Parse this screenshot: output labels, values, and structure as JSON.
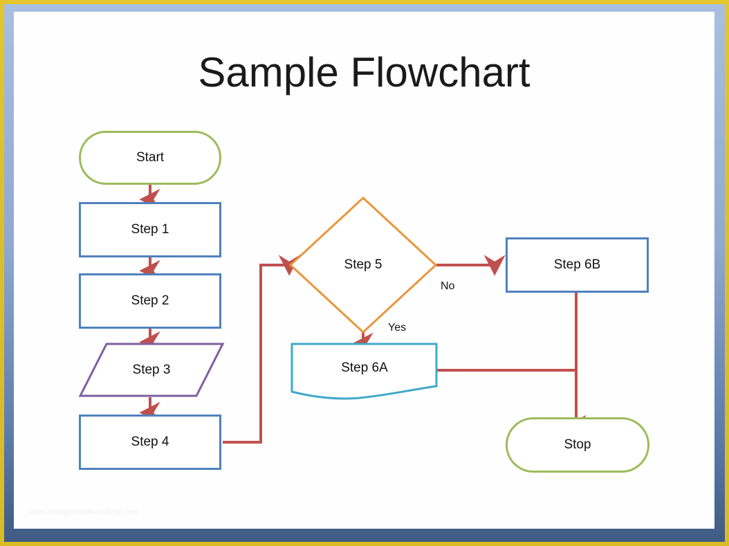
{
  "title": "Sample Flowchart",
  "watermark": "www.heritagechristiancollege.com",
  "theme": {
    "frame_outer_color": "#dcbe28",
    "frame_inner_color": "#8fa9d2",
    "canvas_color": "#fefefe",
    "connector_color": "#c0504d",
    "process_border": "#4f81bd",
    "terminator_border": "#9bbb59",
    "decision_border": "#e8963c",
    "data_border": "#7f5f9f",
    "document_border": "#3fa9c8",
    "text_color": "#111111"
  },
  "nodes": [
    {
      "id": "start",
      "label": "Start",
      "shape": "stadium"
    },
    {
      "id": "step1",
      "label": "Step 1",
      "shape": "rectangle"
    },
    {
      "id": "step2",
      "label": "Step 2",
      "shape": "rectangle"
    },
    {
      "id": "step3",
      "label": "Step 3",
      "shape": "parallelogram"
    },
    {
      "id": "step4",
      "label": "Step 4",
      "shape": "rectangle"
    },
    {
      "id": "step5",
      "label": "Step 5",
      "shape": "diamond"
    },
    {
      "id": "step6a",
      "label": "Step 6A",
      "shape": "document"
    },
    {
      "id": "step6b",
      "label": "Step 6B",
      "shape": "rectangle"
    },
    {
      "id": "stop",
      "label": "Stop",
      "shape": "stadium"
    }
  ],
  "edges": [
    {
      "from": "start",
      "to": "step1",
      "label": ""
    },
    {
      "from": "step1",
      "to": "step2",
      "label": ""
    },
    {
      "from": "step2",
      "to": "step3",
      "label": ""
    },
    {
      "from": "step3",
      "to": "step4",
      "label": ""
    },
    {
      "from": "step4",
      "to": "step5",
      "label": ""
    },
    {
      "from": "step5",
      "to": "step6a",
      "label": "Yes"
    },
    {
      "from": "step5",
      "to": "step6b",
      "label": "No"
    },
    {
      "from": "step6a",
      "to": "stop",
      "label": ""
    },
    {
      "from": "step6b",
      "to": "stop",
      "label": ""
    }
  ],
  "edge_labels": {
    "no": "No",
    "yes": "Yes"
  }
}
